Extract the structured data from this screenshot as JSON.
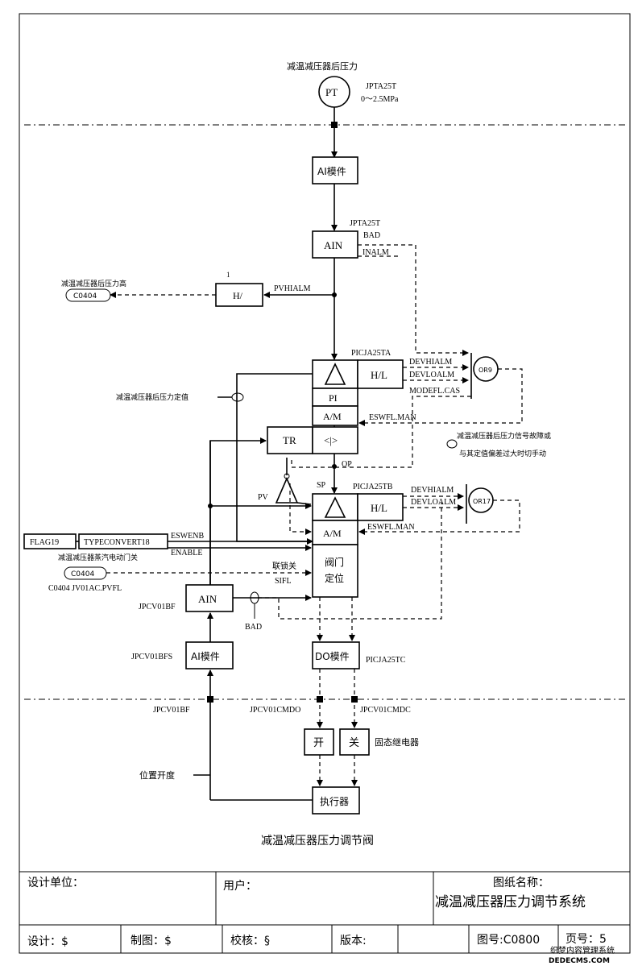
{
  "sensor": {
    "caption": "减温减压器后压力",
    "symbol": "PT",
    "tag": "JPTA25T",
    "range": "0～2.5MPa"
  },
  "blocks": {
    "ai_top": "AI模件",
    "ain_top": "AIN",
    "ain_top_tag": "JPTA25T",
    "bad": "BAD",
    "inalm": "INALM",
    "hsel": "H/",
    "hsel_num": "1",
    "pvhialm": "PVHIALM",
    "alarm_caption": "减温减压器后压力高",
    "c0404": "C0404",
    "picja25ta": "PICJA25TA",
    "hl_a": "H/L",
    "pi": "PI",
    "am_a": "A/M",
    "setpoint_caption": "减温减压器后压力定值",
    "devhialm_a": "DEVHIALM",
    "devloalm_a": "DEVLOALM",
    "modefl_cas": "MODEFL.CAS",
    "or9": "OR9",
    "eswfl_man_a": "ESWFL.MAN",
    "note_line1": "减温减压器后压力信号故障或",
    "note_line2": "与其定值偏差过大时切手动",
    "tr": "TR",
    "lt_gt": "<|>",
    "op": "OP",
    "pv": "PV",
    "sp": "SP",
    "picja25tb": "PICJA25TB",
    "hl_b": "H/L",
    "am_b": "A/M",
    "devhialm_b": "DEVHIALM",
    "devloalm_b": "DEVLOALM",
    "or17": "OR17",
    "eswfl_man_b": "ESWFL.MAN",
    "flag19": "FLAG19",
    "typeconvert": "TYPECONVERT18",
    "eswenb": "ESWENB",
    "enable": "ENABLE",
    "valve_caption": "减温减压器蒸汽电动门关",
    "c0404_b": "C0404",
    "c0404_tag": "C0404  JV01AC.PVFL",
    "interlock": "联锁关",
    "sifl": "SIFL",
    "valve_pos_l1": "阀门",
    "valve_pos_l2": "定位",
    "ain_bottom": "AIN",
    "jpcv01bf": "JPCV01BF",
    "bad_b": "BAD",
    "ai_bottom": "AI模件",
    "jpcv01bfs": "JPCV01BFS",
    "do_module": "DO模件",
    "picja25tc": "PICJA25TC",
    "jpcv01bf_b": "JPCV01BF",
    "jpcv01cmdo": "JPCV01CMDO",
    "jpcv01cmdc": "JPCV01CMDC",
    "open": "开",
    "close": "关",
    "ssr": "固态继电器",
    "position": "位置开度",
    "actuator": "执行器"
  },
  "drawing_title": "减温减压器压力调节阀",
  "title_block": {
    "design_unit": "设计单位：",
    "user": "用户：",
    "drawing_name_label": "图纸名称：",
    "drawing_name": "减温减压器压力调节系统",
    "design": "设计：$",
    "draw": "制图：$",
    "check": "校核：§",
    "version": "版本:",
    "drawing_no": "图号:C0800",
    "page": "页号：5"
  },
  "watermark": {
    "line1": "织梦内容管理系统",
    "line2": "DEDECMS.COM"
  }
}
